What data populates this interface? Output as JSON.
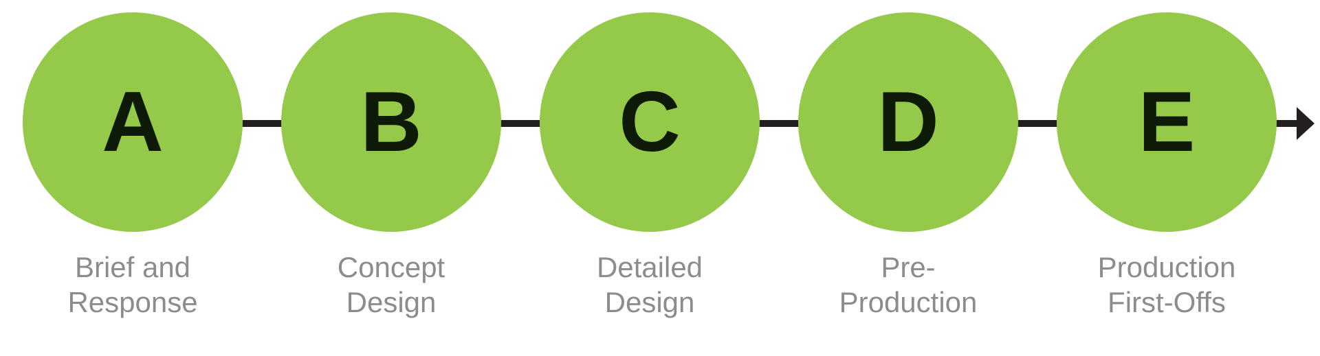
{
  "colors": {
    "circle_fill": "#94c94a",
    "letter": "#0d1a08",
    "connector": "#231f20",
    "label": "#8b8c8f"
  },
  "steps": [
    {
      "letter": "A",
      "label_lines": [
        "Brief and",
        "Response"
      ]
    },
    {
      "letter": "B",
      "label_lines": [
        "Concept",
        "Design"
      ]
    },
    {
      "letter": "C",
      "label_lines": [
        "Detailed",
        "Design"
      ]
    },
    {
      "letter": "D",
      "label_lines": [
        "Pre-",
        "Production"
      ]
    },
    {
      "letter": "E",
      "label_lines": [
        "Production",
        "First-Offs"
      ]
    }
  ]
}
